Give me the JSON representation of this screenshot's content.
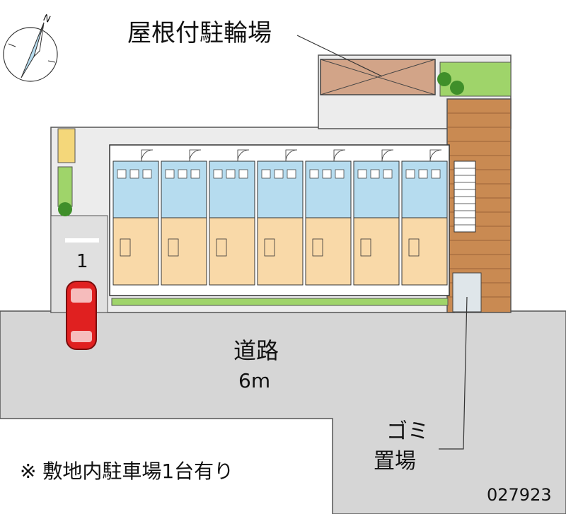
{
  "labels": {
    "bike_parking": "屋根付駐輪場",
    "road_name": "道路",
    "road_width": "6m",
    "garbage_line1": "ゴミ",
    "garbage_line2": "置場",
    "parking_number": "1",
    "footnote": "※ 敷地内駐車場1台有り",
    "code": "027923",
    "compass_n": "N"
  },
  "map": {
    "units": 7,
    "colors": {
      "road": "#d6d6d6",
      "site": "#ececec",
      "unit_floor": "#f9d9a8",
      "unit_wet": "#b6dcef",
      "brick": "#c98a52",
      "green": "#6fbf3a",
      "roof": "#d2a488",
      "car": "#e02020"
    }
  }
}
